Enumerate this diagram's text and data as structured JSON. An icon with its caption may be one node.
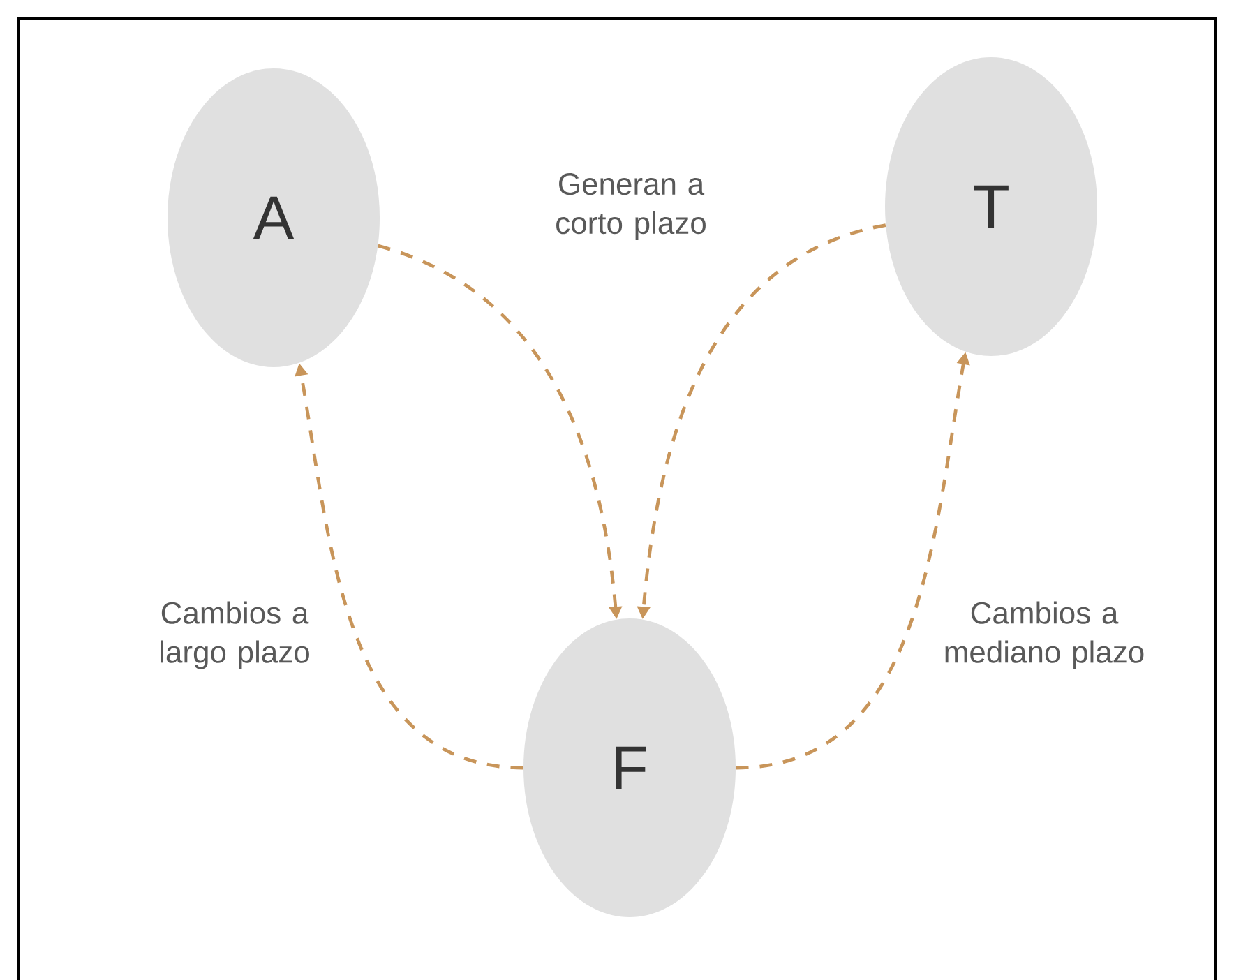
{
  "diagram": {
    "nodes": [
      {
        "text": [
          "A"
        ]
      },
      {
        "text": [
          "T"
        ]
      },
      {
        "text": [
          "F"
        ]
      }
    ],
    "edges": [
      {
        "from": 0,
        "to": 2,
        "arrow": "to",
        "style": "dashed"
      },
      {
        "from": 1,
        "to": 2,
        "arrow": "to",
        "style": "dashed"
      },
      {
        "from": 2,
        "to": 0,
        "arrow": "to",
        "style": "dashed",
        "label": "Cambios a largo plazo"
      },
      {
        "from": 2,
        "to": 1,
        "arrow": "to",
        "style": "dashed",
        "label": "Cambios a mediano plazo"
      }
    ],
    "labels": [
      "Generan a corto plazo"
    ]
  }
}
